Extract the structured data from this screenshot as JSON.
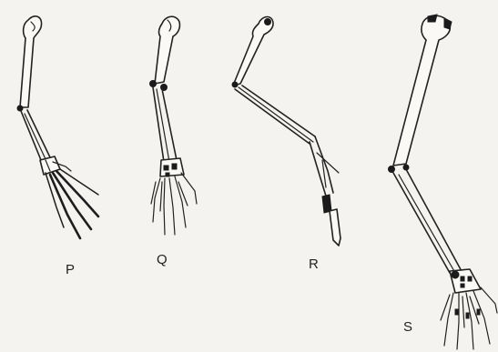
{
  "labels": {
    "p": "P",
    "q": "Q",
    "r": "R",
    "s": "S"
  },
  "colors": {
    "background": "#f4f3ef",
    "ink": "#222222"
  }
}
